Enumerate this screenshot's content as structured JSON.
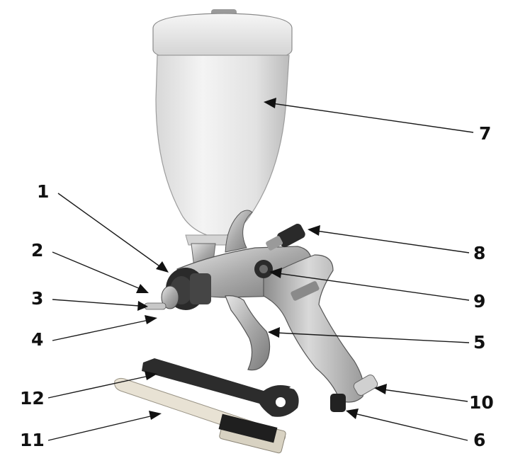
{
  "figure": {
    "subject": "gravity-feed spray gun exploded parts diagram",
    "callouts": [
      {
        "id": "c1",
        "label": "1"
      },
      {
        "id": "c2",
        "label": "2"
      },
      {
        "id": "c3",
        "label": "3"
      },
      {
        "id": "c4",
        "label": "4"
      },
      {
        "id": "c5",
        "label": "5"
      },
      {
        "id": "c6",
        "label": "6"
      },
      {
        "id": "c7",
        "label": "7"
      },
      {
        "id": "c8",
        "label": "8"
      },
      {
        "id": "c9",
        "label": "9"
      },
      {
        "id": "c10",
        "label": "10"
      },
      {
        "id": "c11",
        "label": "11"
      },
      {
        "id": "c12",
        "label": "12"
      }
    ]
  },
  "colors": {
    "cup": "#ececec",
    "cup_shadow": "#bdbdbd",
    "metal": "#b8b8b8",
    "metal_dark": "#6a6a6a",
    "black_part": "#222222",
    "ink": "#111111"
  },
  "icons": [
    "spray-gun-image",
    "paint-cup-icon",
    "wrench-tool-icon",
    "cleaning-brush-icon"
  ]
}
